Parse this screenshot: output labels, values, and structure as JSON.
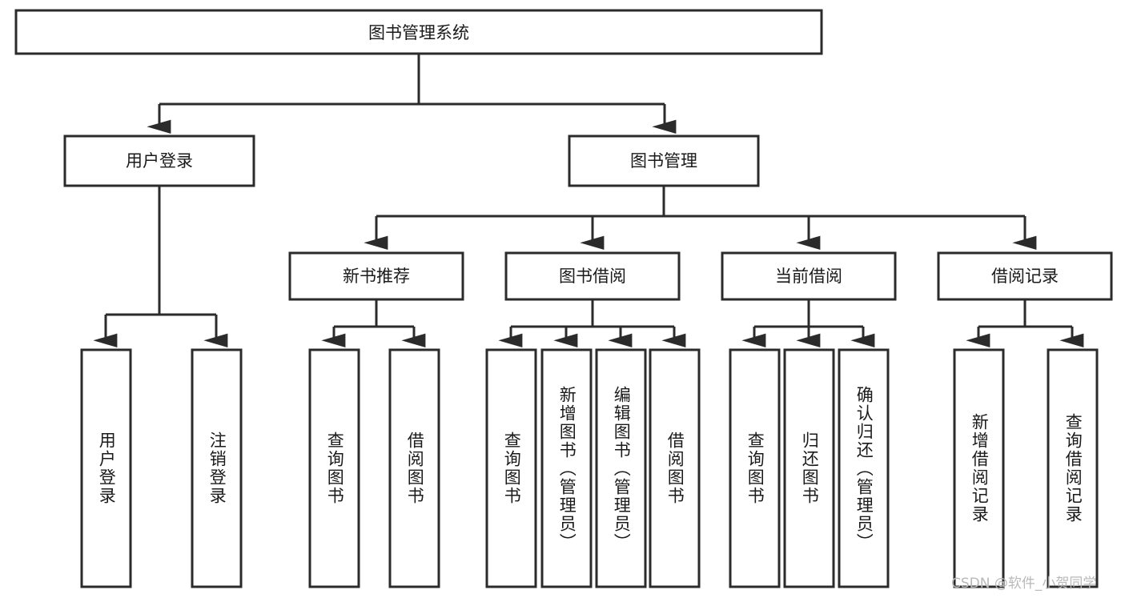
{
  "diagram": {
    "title": "图书管理系统",
    "type": "tree-hierarchy",
    "root": {
      "label": "图书管理系统"
    },
    "level2": [
      {
        "label": "用户登录"
      },
      {
        "label": "图书管理"
      }
    ],
    "level3": [
      {
        "label": "新书推荐"
      },
      {
        "label": "图书借阅"
      },
      {
        "label": "当前借阅"
      },
      {
        "label": "借阅记录"
      }
    ],
    "leaves": [
      {
        "label": "用户登录",
        "parent": "用户登录"
      },
      {
        "label": "注销登录",
        "parent": "用户登录"
      },
      {
        "label": "查询图书",
        "parent": "新书推荐"
      },
      {
        "label": "借阅图书",
        "parent": "新书推荐"
      },
      {
        "label": "查询图书",
        "parent": "图书借阅"
      },
      {
        "label": "新增图书（管理员）",
        "parent": "图书借阅"
      },
      {
        "label": "编辑图书（管理员）",
        "parent": "图书借阅"
      },
      {
        "label": "借阅图书",
        "parent": "图书借阅"
      },
      {
        "label": "查询图书",
        "parent": "当前借阅"
      },
      {
        "label": "归还图书",
        "parent": "当前借阅"
      },
      {
        "label": "确认归还（管理员）",
        "parent": "当前借阅"
      },
      {
        "label": "新增借阅记录",
        "parent": "借阅记录"
      },
      {
        "label": "查询借阅记录",
        "parent": "借阅记录"
      }
    ]
  },
  "watermark": {
    "text": "CSDN @软件_小贺同学"
  },
  "colors": {
    "stroke": "#2b2b2b",
    "box_fill": "#ffffff",
    "text": "#1a1a1a",
    "watermark": "#b9b9b9",
    "background": "#ffffff"
  }
}
